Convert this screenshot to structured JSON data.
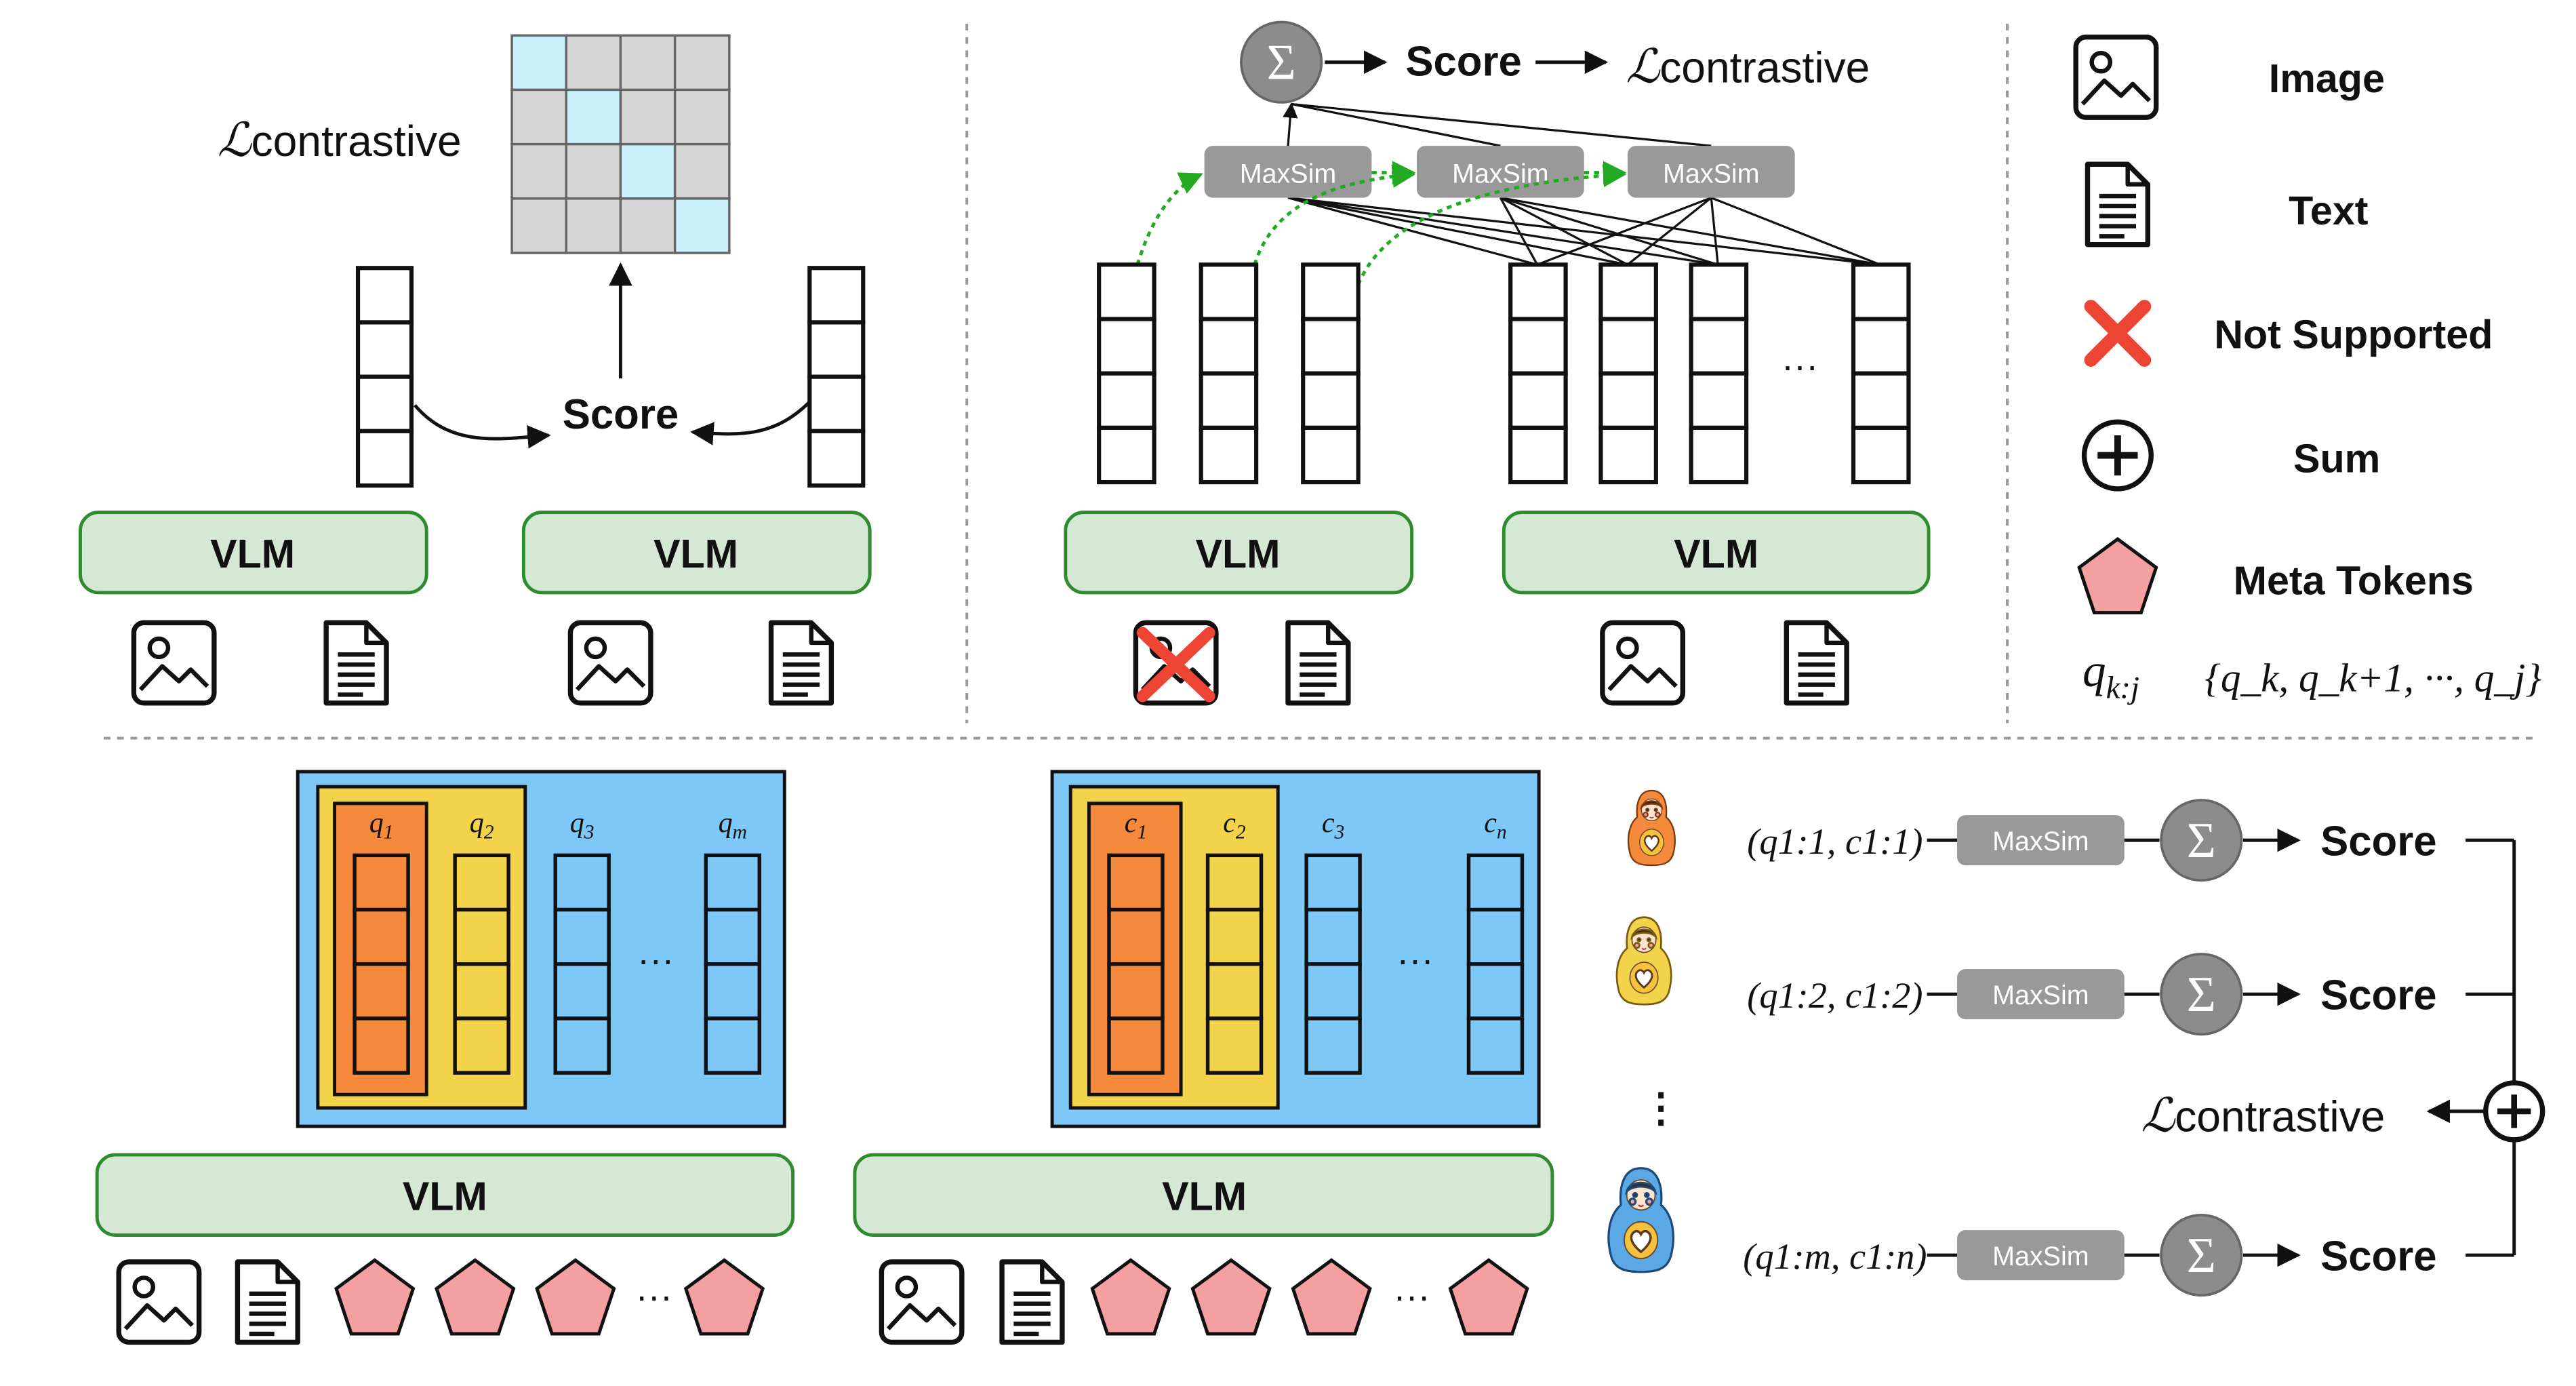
{
  "vlm_label": "VLM",
  "score_label": "Score",
  "loss": {
    "symbol": "ℒ",
    "word": "contrastive"
  },
  "maxsim_label": "MaxSim",
  "sigma": "Σ",
  "ellipsis": "···",
  "vdots": "⋮",
  "legend": {
    "image": "Image",
    "text": "Text",
    "not_supported": "Not Supported",
    "sum": "Sum",
    "meta_tokens": "Meta Tokens",
    "range_symbol": "q",
    "range_subscript": "k:j",
    "range_set": "{q_k, q_k+1, ···, q_j}"
  },
  "query_tokens": [
    "q1",
    "q2",
    "q3",
    "qm"
  ],
  "doc_tokens": [
    "c1",
    "c2",
    "c3",
    "cn"
  ],
  "matryoshka_rows": [
    {
      "pair": "(q1:1, c1:1)",
      "doll": "orange"
    },
    {
      "pair": "(q1:2, c1:2)",
      "doll": "yellow"
    },
    {
      "pair": "(q1:m, c1:n)",
      "doll": "blue"
    }
  ],
  "colors": {
    "vlm_fill": "#d5e8d4",
    "vlm_stroke": "#2e8b2e",
    "panel_blue": "#7ec8f8",
    "token_orange": "#f58a3c",
    "token_yellow": "#f2d34a",
    "meta_pink": "#f5a0a0",
    "maxsim_gray": "#999999",
    "sigma_gray": "#8c8c8c",
    "highlight_cyan": "#c9f1fb",
    "grid_gray": "#d6d6d6",
    "red_x": "#ee4433",
    "green_arrow": "#22aa22"
  }
}
